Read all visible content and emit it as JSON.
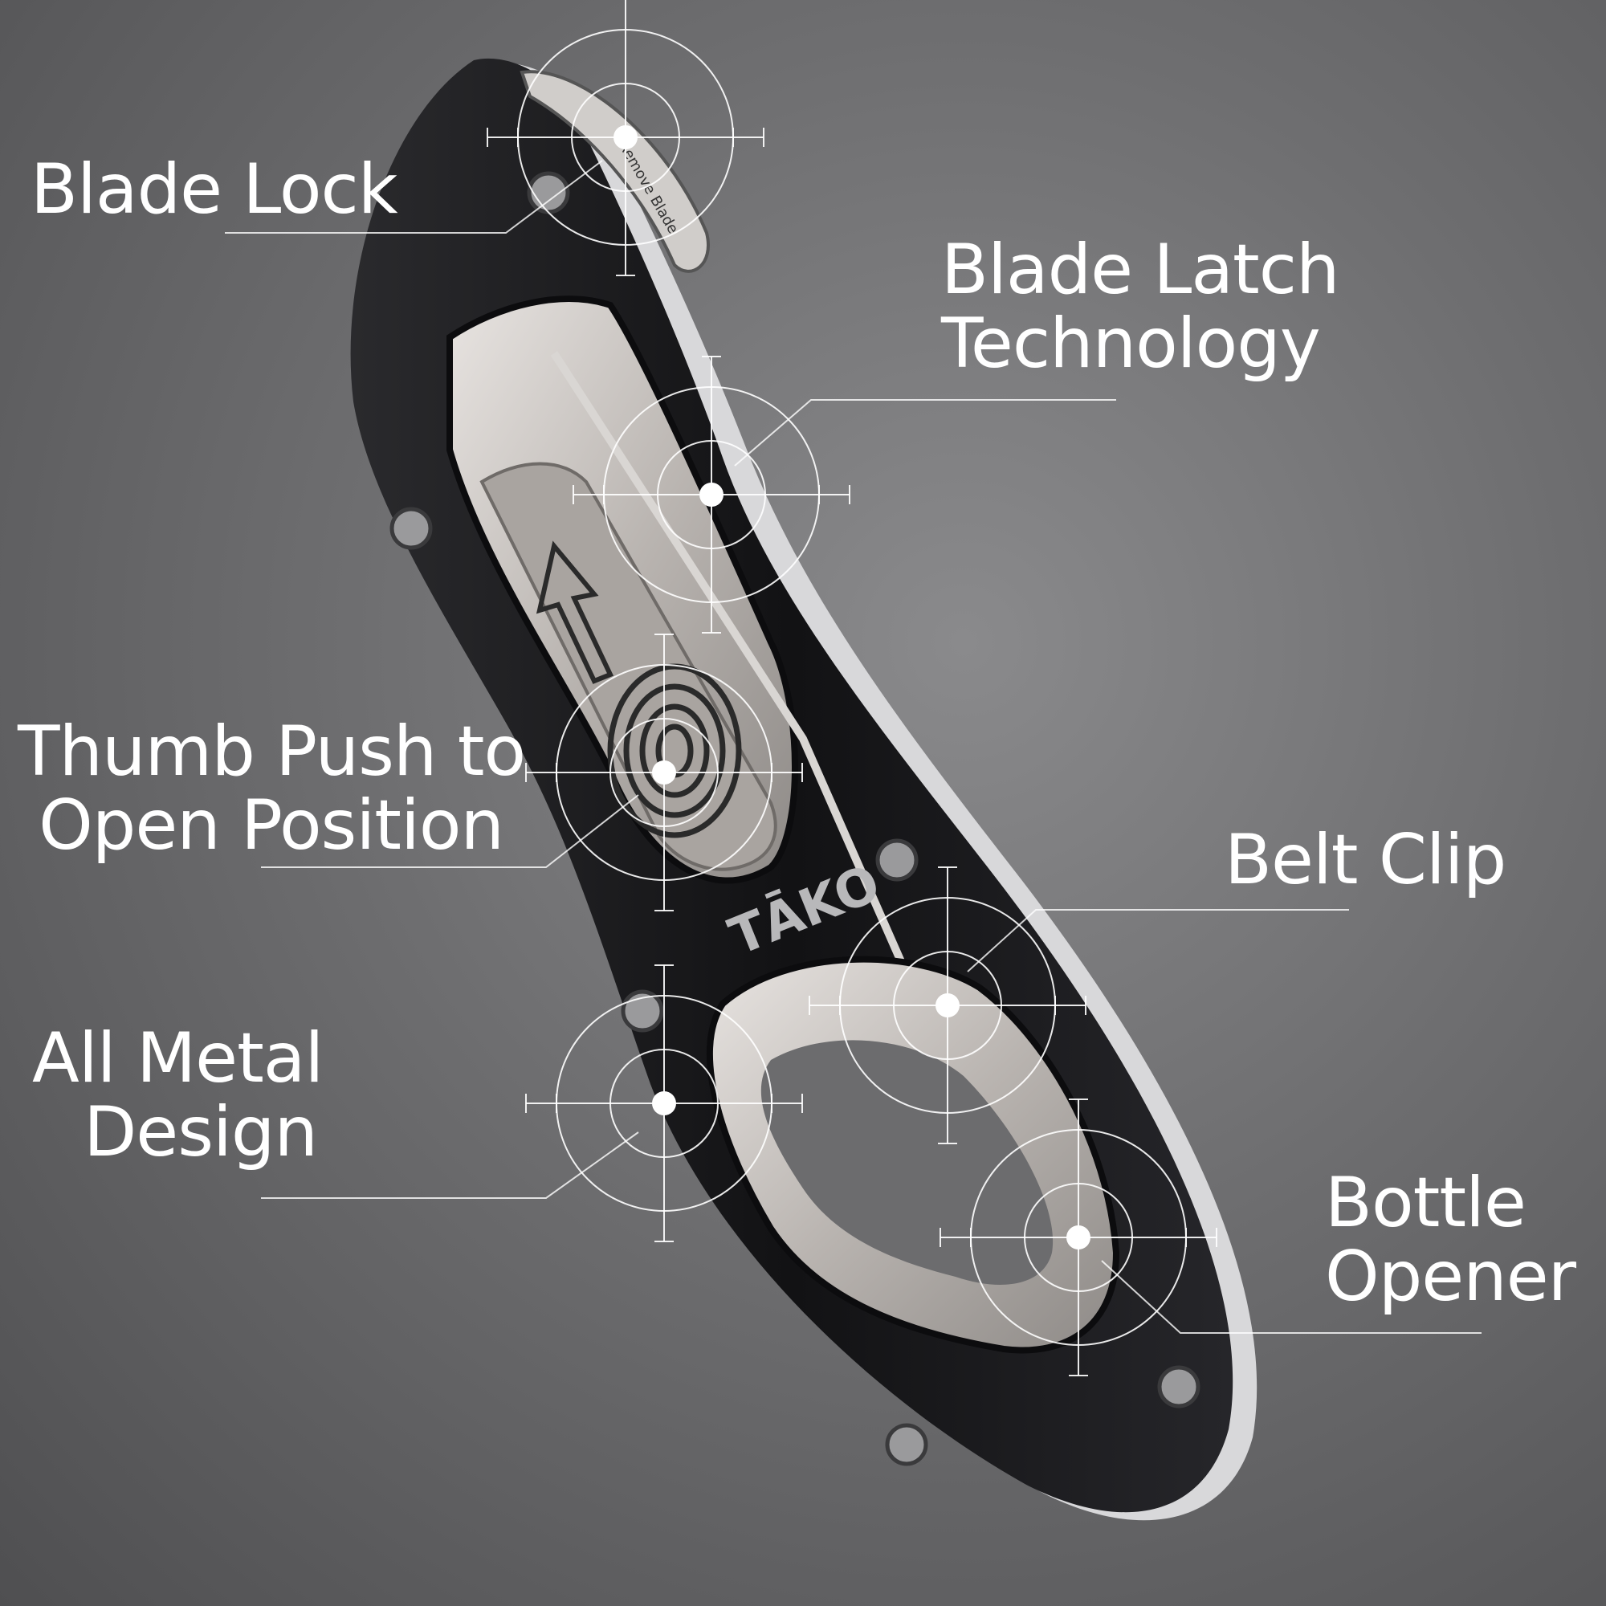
{
  "brand": {
    "name": "TĀKO",
    "slider_engraving": "Remove Blade"
  },
  "callouts": {
    "blade_lock": "Blade Lock",
    "blade_latch": [
      "Blade Latch",
      "Technology"
    ],
    "thumb_push": [
      "Thumb Push to",
      "Open Position"
    ],
    "belt_clip": "Belt Clip",
    "all_metal": [
      "All Metal",
      "Design"
    ],
    "bottle_opener": [
      "Bottle",
      "Opener"
    ]
  },
  "colors": {
    "background": "#6e6e70",
    "tool_body": "#151517",
    "steel": "#c9c5c2",
    "annotation": "#ffffff"
  }
}
